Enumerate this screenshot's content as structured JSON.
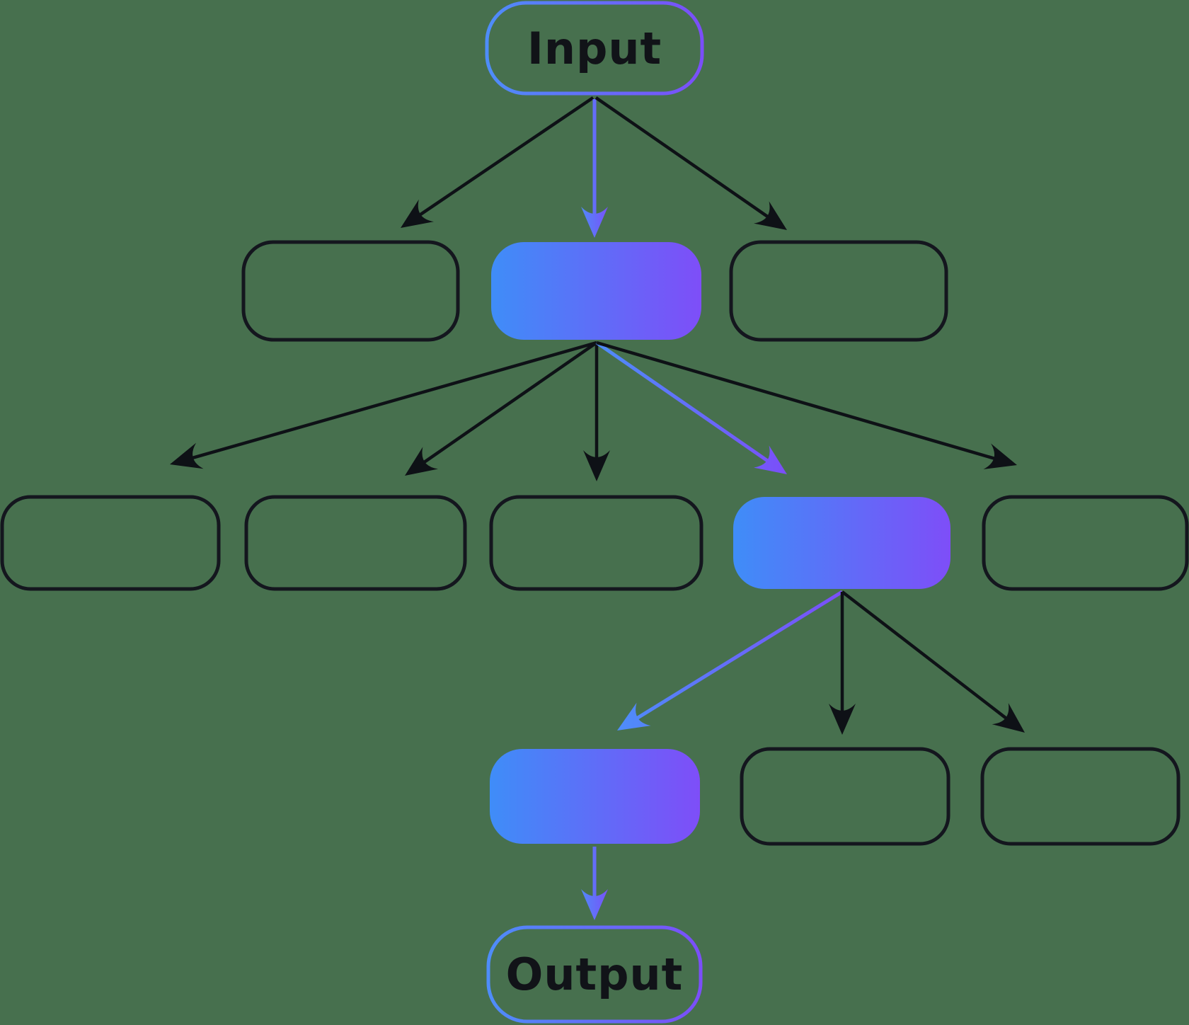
{
  "diagram": {
    "type": "tree-flowchart",
    "nodes": {
      "input": {
        "label": "Input"
      },
      "output": {
        "label": "Output"
      },
      "level2": {
        "count": 3,
        "highlighted_index": 1
      },
      "level3": {
        "count": 5,
        "highlighted_index": 3
      },
      "level4": {
        "count": 3,
        "highlighted_index": 0
      }
    },
    "highlight_path": [
      "input",
      "level2-center",
      "level3-fourth",
      "level4-first",
      "output"
    ]
  },
  "colors": {
    "canvas-green": "#47704E",
    "accent-blue": "#4E8DF9",
    "accent-purple": "#7B4EF9",
    "node-fill-blue": "#3F8DF8",
    "node-fill-purple": "#7E4EF8",
    "outline-dark": "#14161E",
    "arrow-black": "#0E1116",
    "text-dark": "#111318"
  }
}
